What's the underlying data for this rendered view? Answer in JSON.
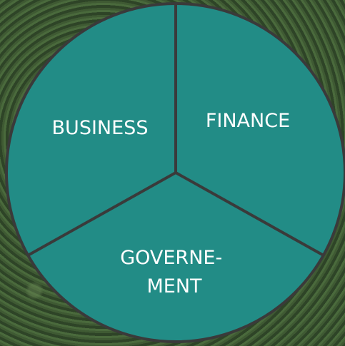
{
  "diagram": {
    "segments": [
      {
        "id": "business",
        "label_lines": [
          "BUSINESS"
        ]
      },
      {
        "id": "finance",
        "label_lines": [
          "FINANCE"
        ]
      },
      {
        "id": "government",
        "label_lines": [
          "GOVERNE-",
          "MENT"
        ]
      }
    ],
    "fill_color": "#228c86",
    "stroke_color": "#3a3a3a",
    "label_color": "#ffffff"
  }
}
